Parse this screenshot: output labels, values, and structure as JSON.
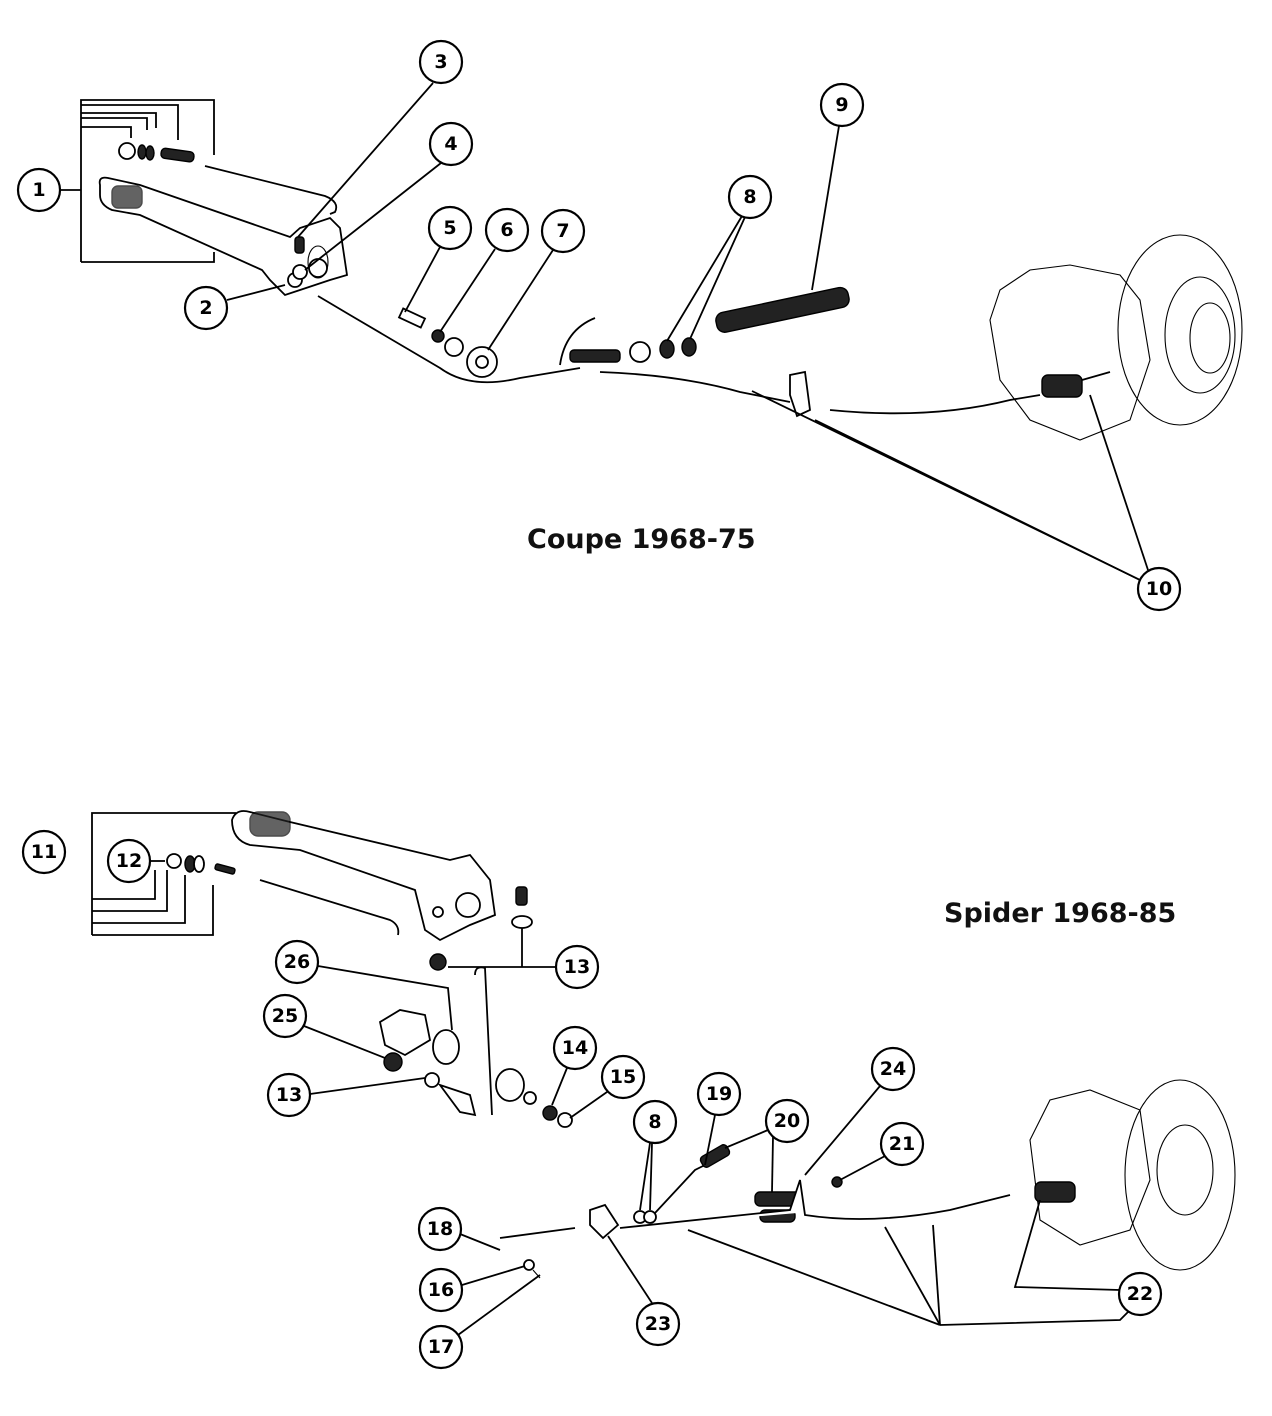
{
  "diagram": {
    "subject": "Handbrake linkage exploded view",
    "sections": [
      {
        "id": "coupe",
        "caption": "Coupe 1968-75",
        "callouts": [
          "1",
          "2",
          "3",
          "4",
          "5",
          "6",
          "7",
          "8",
          "9",
          "10"
        ]
      },
      {
        "id": "spider",
        "caption": "Spider 1968-85",
        "callouts": [
          "11",
          "12",
          "13",
          "13",
          "14",
          "15",
          "16",
          "17",
          "18",
          "19",
          "20",
          "21",
          "22",
          "23",
          "24",
          "25",
          "26",
          "8"
        ]
      }
    ],
    "callouts": {
      "c1": "1",
      "c2": "2",
      "c3": "3",
      "c4": "4",
      "c5": "5",
      "c6": "6",
      "c7": "7",
      "c8": "8",
      "c9": "9",
      "c10": "10",
      "c11": "11",
      "c12": "12",
      "c13a": "13",
      "c13b": "13",
      "c14": "14",
      "c15": "15",
      "c16": "16",
      "c17": "17",
      "c18": "18",
      "c19": "19",
      "c20": "20",
      "c21": "21",
      "c22": "22",
      "c23": "23",
      "c24": "24",
      "c25": "25",
      "c26": "26",
      "c8b": "8"
    }
  }
}
